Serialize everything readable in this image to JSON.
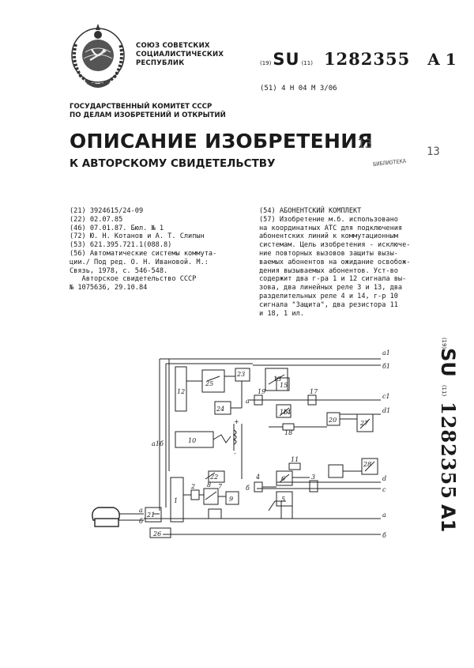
{
  "header": {
    "union_lines": [
      "СОЮЗ СОВЕТСКИХ",
      "СОЦИАЛИСТИЧЕСКИХ",
      "РЕСПУБЛИК"
    ],
    "code19": "(19)",
    "country": "SU",
    "code11": "(11)",
    "number": "1282355",
    "kind": "A 1",
    "ipc": "(51) 4 Н 04 М 3/06"
  },
  "committee": [
    "ГОСУДАРСТВЕННЫЙ КОМИТЕТ СССР",
    "ПО ДЕЛАМ ИЗОБРЕТЕНИЙ И ОТКРЫТИЙ"
  ],
  "title": "ОПИСАНИЕ ИЗОБРЕТЕНИЯ",
  "subtitle": "К АВТОРСКОМУ СВИДЕТЕЛЬСТВУ",
  "stamp": {
    "left": "13",
    "right": "13",
    "bottom": "БИБЛИОТЕКА"
  },
  "biblio": [
    "(21) 3924615/24-09",
    "(22) 02.07.85",
    "(46) 07.01.87. Бюл. № 1",
    "(72) Ю. Н. Котанов и А. Т. Слипын",
    "(53) 621.395.721.1(088.8)",
    "(56) Автоматические системы коммута-",
    "ции./ Под ред. О. Н. Ивановой. М.:",
    "Связь, 1978, с. 546-548.",
    "   Авторское свидетельство СССР",
    "№ 1075636, 29.10.84"
  ],
  "abstract": [
    "(54) АБОНЕНТСКИЙ КОМПЛЕКТ",
    "(57) Изобретение м.б. использовано",
    "на координатных АТС для подключения",
    "абонентских линий к коммутационным",
    "системам. Цель изобретения - исключе-",
    "ние повторных вызовов защиты вызы-",
    "ваемых абонентов на ожидание освобож-",
    "дения вызываемых абонентов. Уст-во",
    "содержит два г-ра 1 и 12 сигнала вы-",
    "зова, два линейных реле 3 и 13, два",
    "разделительных реле 4 и 14, г-р 10",
    "сигнала \"Защита\", два резистора 11",
    "и 18, 1 ил."
  ],
  "side": {
    "code19": "(19)",
    "country": "SU",
    "code11": "(11)",
    "number": "1282355",
    "kind": "A1"
  },
  "diagram": {
    "bus_labels": [
      "a1",
      "б1",
      "с1",
      "d1",
      "d",
      "с",
      "а",
      "б"
    ],
    "block_labels": [
      "1",
      "2",
      "3",
      "4",
      "5",
      "6",
      "7",
      "8",
      "9",
      "10",
      "11",
      "12",
      "13",
      "14",
      "15",
      "16",
      "17",
      "18",
      "19",
      "20",
      "21",
      "22",
      "23",
      "24",
      "25",
      "26",
      "27",
      "28"
    ],
    "other_labels": [
      "а1",
      "б",
      "а",
      "б",
      "а",
      "б",
      "+",
      "-"
    ]
  }
}
